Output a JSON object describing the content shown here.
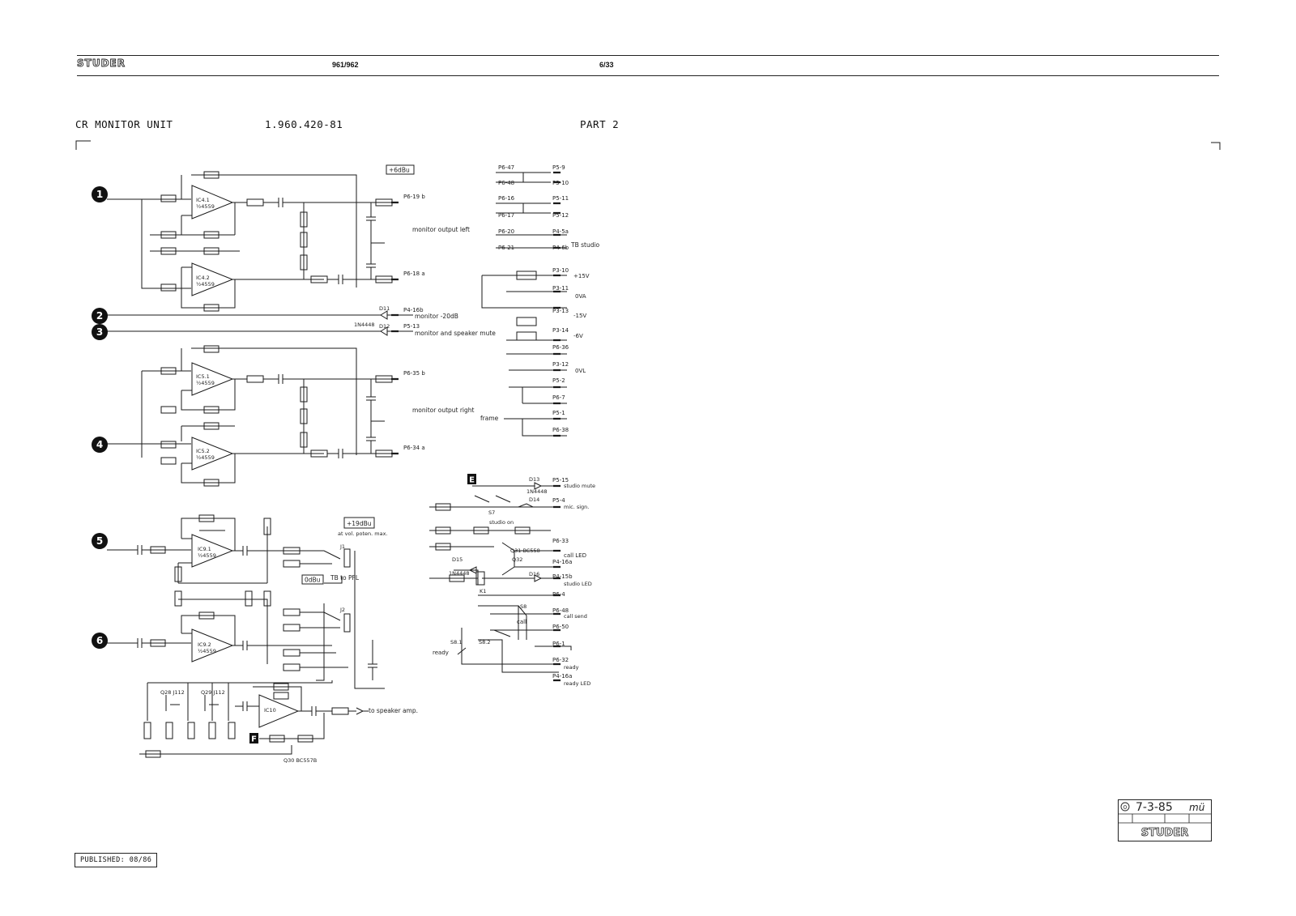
{
  "header": {
    "brand": "STUDER",
    "model": "961/962",
    "page": "6/33"
  },
  "titlebar": {
    "unit": "CR MONITOR UNIT",
    "part_number": "1.960.420-81",
    "part": "PART 2"
  },
  "schematic": {
    "markers": [
      "1",
      "2",
      "3",
      "4",
      "5",
      "6"
    ],
    "boxed_markers": [
      "E",
      "F"
    ],
    "ics": [
      "IC4.1",
      "IC4.2",
      "IC5.1",
      "IC5.2",
      "IC9.1",
      "IC9.2",
      "IC10"
    ],
    "ic_type": "½4559",
    "level_tags": [
      "+6dBu",
      "+19dBu",
      "0dBu"
    ],
    "level_note": "at vol. poten. max.",
    "labels": {
      "monitor_output_left": "monitor output left",
      "monitor_output_right": "monitor output right",
      "monitor_minus20": "monitor -20dB",
      "monitor_and_speaker_mute": "monitor and speaker mute",
      "to_speaker_amp": "to speaker amp.",
      "tb_studio": "TB studio",
      "tb_to_pfl": "TB to PFL",
      "studio_mute": "studio mute",
      "mic_sign": "mic. sign.",
      "studio_on": "studio on",
      "call_led": "call LED",
      "studio_led": "studio LED",
      "call_send": "call send",
      "ready": "ready",
      "ready_led": "ready LED",
      "call": "call",
      "frame": "frame"
    },
    "connectors_left_block": [
      "P6-19 b",
      "P6-18 a",
      "P4-16b",
      "P5-13",
      "P6-35 b",
      "P6-34 a"
    ],
    "connectors_right_block": [
      "P6-47",
      "P6-48",
      "P6-16",
      "P6-17",
      "P6-20",
      "P6-21",
      "P5-9",
      "P5-10",
      "P5-11",
      "P5-12",
      "P4-5a",
      "P4-6b",
      "P3-10",
      "P3-11",
      "P3-13",
      "P3-14",
      "P6-36",
      "P3-12",
      "P5-2",
      "P6-7",
      "P5-1",
      "P6-38"
    ],
    "supply_labels": [
      "+15V",
      "0VA",
      "-15V",
      "-6V",
      "0VL"
    ],
    "control_connectors": [
      "P5-15",
      "P5-4",
      "P6-33",
      "P4-16a",
      "P4-15b",
      "P6-4",
      "P6-48",
      "P6-50",
      "P6-1",
      "P6-32",
      "P4-16a"
    ],
    "transistors": [
      "Q31 BC558",
      "Q32",
      "Q28 J112",
      "Q29 J112",
      "Q30 BC557B"
    ],
    "diodes": [
      "D11",
      "D12",
      "D13",
      "D14",
      "D15",
      "D16"
    ],
    "diode_type": "1N4448",
    "switches": [
      "S7",
      "S8",
      "S8.1",
      "S8.2",
      "K1",
      "J1",
      "J2"
    ]
  },
  "footer": {
    "published": "PUBLISHED: 08/86",
    "stamp_index": "0",
    "stamp_date": "7-3-85",
    "stamp_initials": "mü",
    "stamp_brand": "STUDER"
  }
}
